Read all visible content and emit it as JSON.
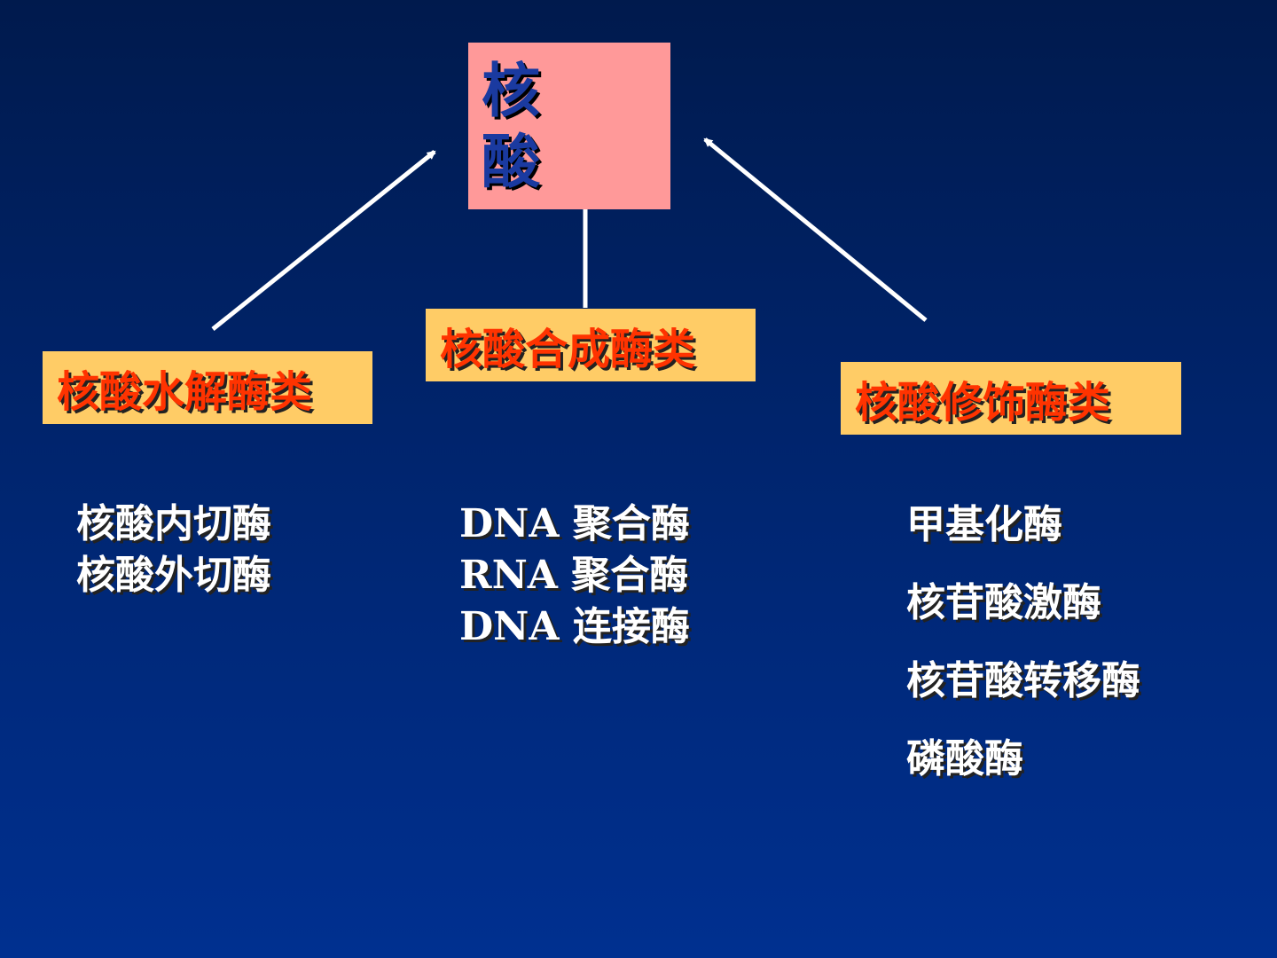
{
  "root": {
    "label": "核酸"
  },
  "categories": [
    {
      "label": "核酸水解酶类",
      "items": [
        "核酸内切酶",
        "核酸外切酶"
      ]
    },
    {
      "label": "核酸合成酶类",
      "items": [
        "DNA 聚合酶",
        "RNA 聚合酶",
        "DNA 连接酶"
      ]
    },
    {
      "label": "核酸修饰酶类",
      "items": [
        "甲基化酶",
        "核苷酸激酶",
        "核苷酸转移酶",
        "磷酸酶"
      ]
    }
  ],
  "colors": {
    "background_top": "#001a4d",
    "background_bottom": "#003090",
    "root_fill": "#ff9999",
    "root_text": "#1a3aa0",
    "category_fill": "#ffcc66",
    "category_text": "#ff3300",
    "list_text": "#ffffff",
    "arrow": "#ffffff"
  }
}
